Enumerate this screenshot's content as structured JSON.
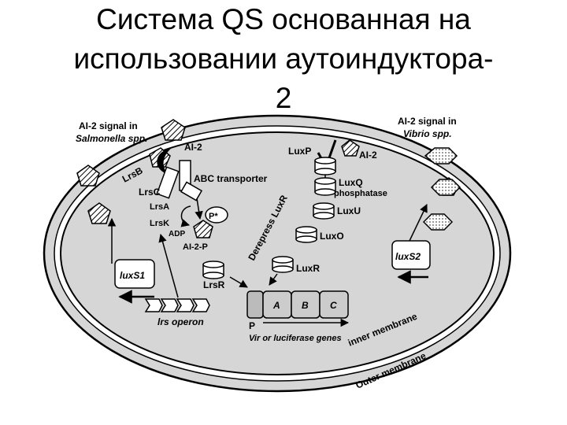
{
  "title": {
    "line1": "Система QS основанная на",
    "line2": "использовании аутоиндуктора-",
    "line3": "2"
  },
  "labels": {
    "ai2_salmonella_1": "AI-2 signal in",
    "ai2_salmonella_2": "Salmonella spp.",
    "ai2_vibrio_1": "AI-2 signal in",
    "ai2_vibrio_2": "Vibrio spp.",
    "ai2_left": "AI-2",
    "ai2_right": "AI-2",
    "lrsb": "LrsB",
    "lrsc": "LrsC",
    "abc_transporter": "ABC transporter",
    "lrsa": "LrsA",
    "lrsk": "LrsK",
    "p_star": "P*",
    "adp": "ADP",
    "ai2p": "AI-2-P",
    "luxs1": "luxS1",
    "lrsr": "LrsR",
    "lrs_operon": "lrs operon",
    "derepress": "Derepress LuxR",
    "luxp": "LuxP",
    "luxq": "LuxQ",
    "phosphatase": "phosphatase",
    "luxu": "LuxU",
    "luxo": "LuxO",
    "luxr": "LuxR",
    "luxs2": "luxS2",
    "gene_a": "A",
    "gene_b": "B",
    "gene_c": "C",
    "promoter": "P",
    "vir_genes": "Vir or luciferase genes",
    "inner_membrane": "inner membrane",
    "outer_membrane": "Outer membrane"
  }
}
